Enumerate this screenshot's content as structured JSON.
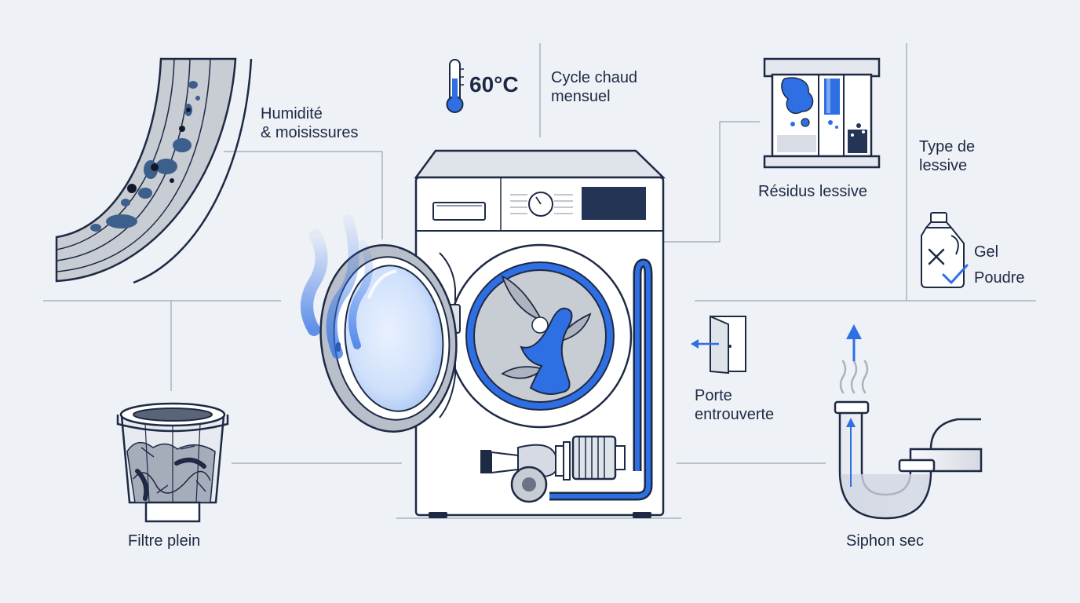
{
  "labels": {
    "humidity": [
      "Humidité",
      "& moisissures"
    ],
    "temperature": "60°C",
    "hot_cycle": [
      "Cycle chaud",
      "mensuel"
    ],
    "detergent_residue": "Résidus lessive",
    "detergent_type": [
      "Type de",
      "lessive"
    ],
    "gel": "Gel",
    "powder": "Poudre",
    "door_ajar": [
      "Porte",
      "entrouverte"
    ],
    "full_filter": "Filtre plein",
    "dry_siphon": "Siphon sec"
  },
  "colors": {
    "background": "#eef1f6",
    "line": "#1e2a44",
    "accent_blue": "#2f6fe4",
    "navy": "#233455",
    "grey_fill": "#c8ccd3",
    "mold": "#3d5f8c"
  },
  "icons": [
    "thermometer-icon",
    "door-icon",
    "detergent-bottle-icon",
    "cross-icon",
    "check-icon",
    "arrow-up-icon",
    "steam-icon"
  ]
}
